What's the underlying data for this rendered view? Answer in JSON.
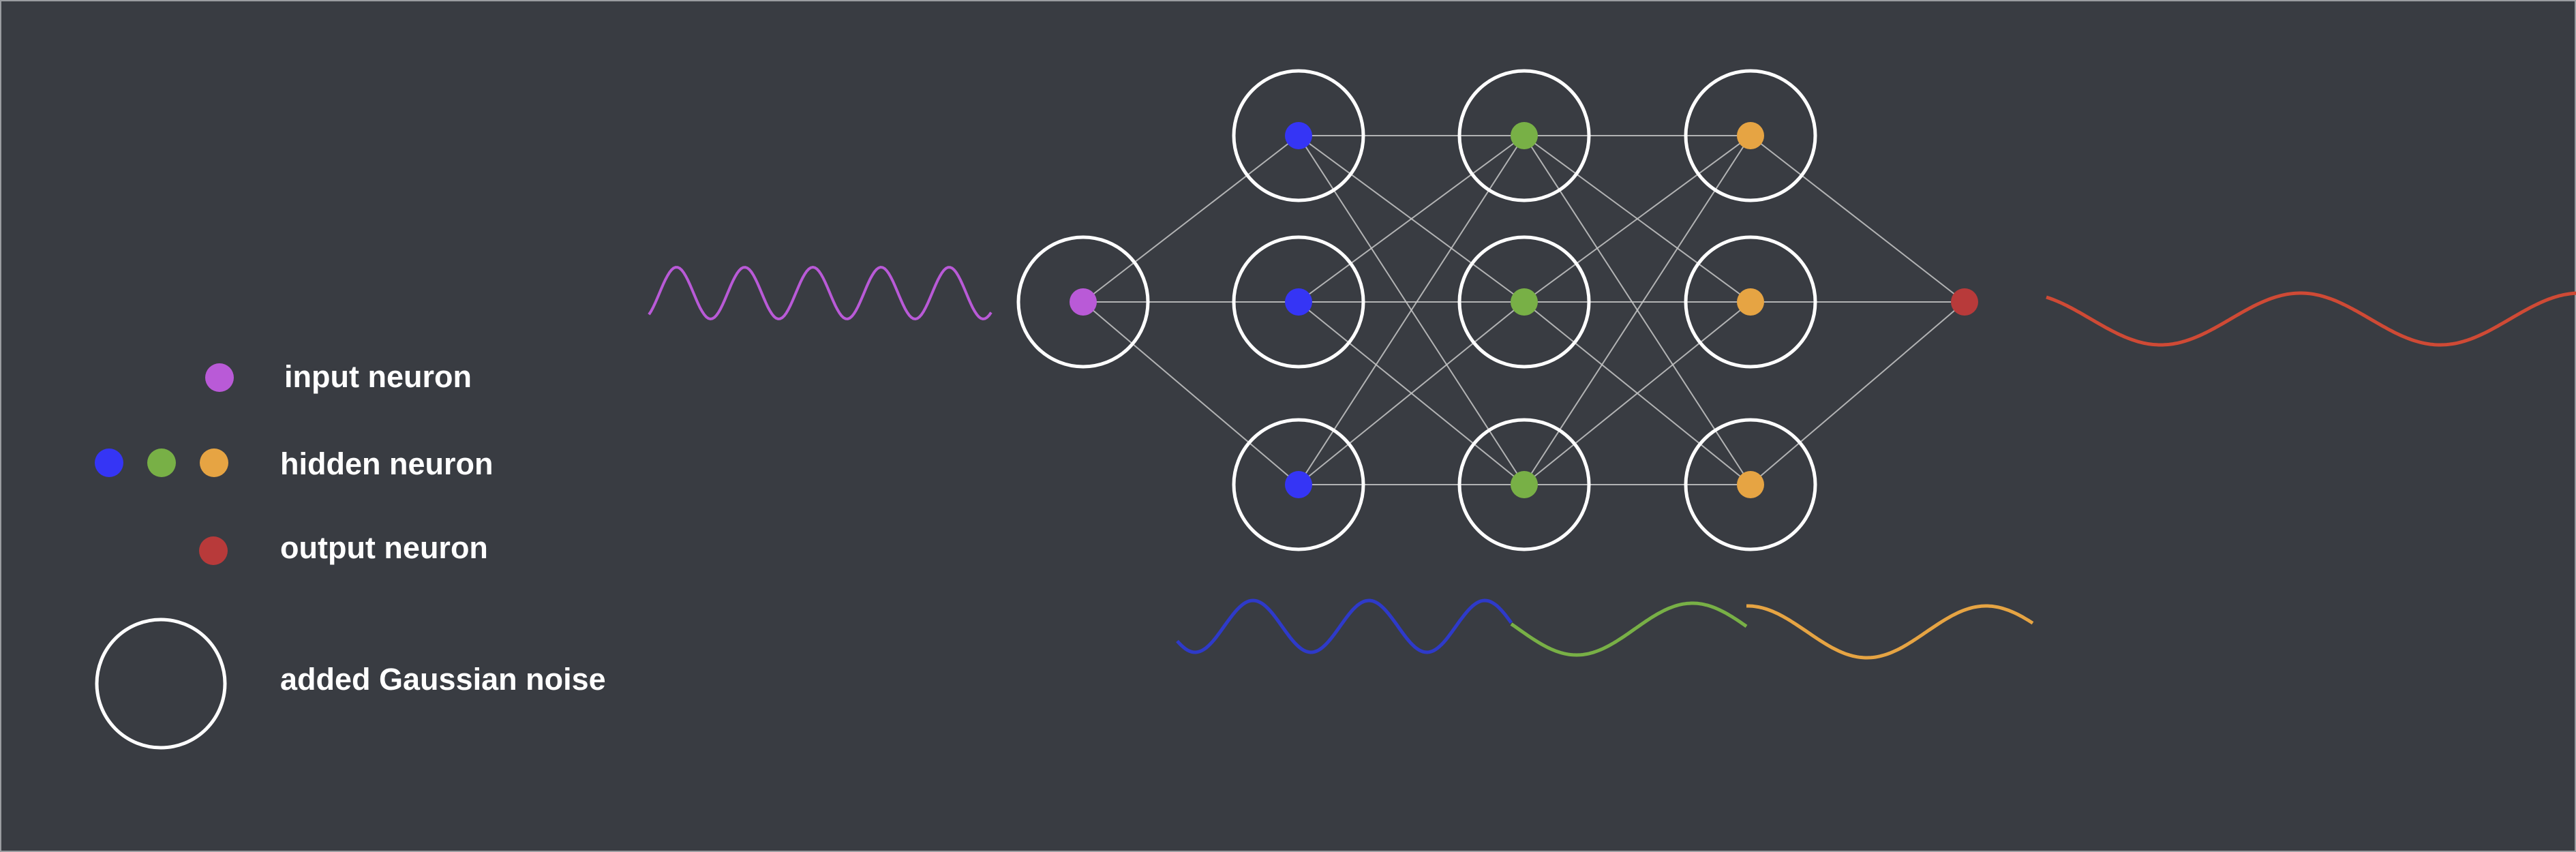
{
  "legend": {
    "input_label": "input neuron",
    "hidden_label": "hidden neuron",
    "output_label": "output neuron",
    "noise_label": "added Gaussian noise"
  },
  "colors": {
    "background": "#393c42",
    "input": "#b95ad7",
    "hidden_layer_1": "#3535f5",
    "hidden_layer_2": "#78b046",
    "hidden_layer_3": "#e6a443",
    "output": "#b83a3a",
    "output_wave": "#cf4a35",
    "hidden_wave_1": "#2e3ac9",
    "noise_ring": "#ffffff",
    "connection": "#c8c8c8"
  },
  "network": {
    "layers": [
      {
        "name": "input",
        "neurons": 1,
        "noise": true
      },
      {
        "name": "hidden-1",
        "neurons": 3,
        "noise": true
      },
      {
        "name": "hidden-2",
        "neurons": 3,
        "noise": true
      },
      {
        "name": "hidden-3",
        "neurons": 3,
        "noise": true
      },
      {
        "name": "output",
        "neurons": 1,
        "noise": false
      }
    ]
  }
}
